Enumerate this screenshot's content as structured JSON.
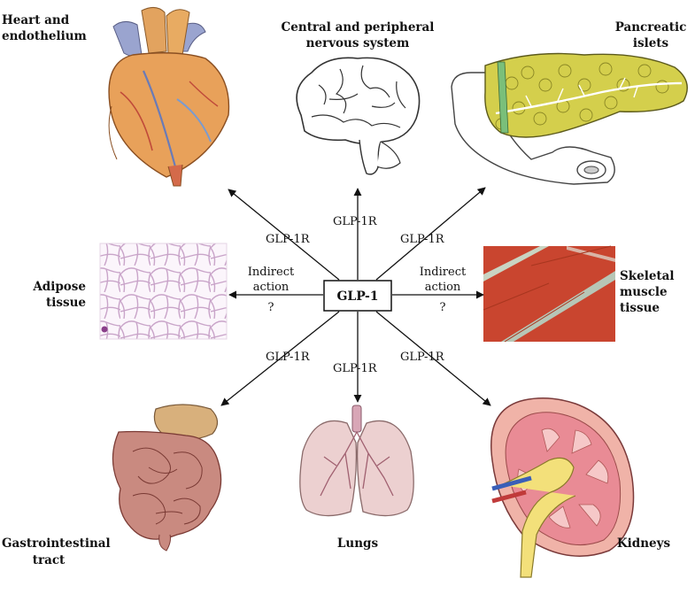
{
  "center": {
    "label": "GLP-1"
  },
  "organs": {
    "heart": {
      "label_lines": [
        "Heart and",
        "endothelium"
      ]
    },
    "cns": {
      "label_lines": [
        "Central and peripheral",
        "nervous system"
      ]
    },
    "pancreas": {
      "label_lines": [
        "Pancreatic",
        "islets"
      ]
    },
    "adipose": {
      "label_lines": [
        "Adipose",
        "tissue"
      ]
    },
    "muscle": {
      "label_lines": [
        "Skeletal",
        "muscle",
        "tissue"
      ]
    },
    "gi": {
      "label_lines": [
        "Gastrointestinal",
        "tract"
      ]
    },
    "lungs": {
      "label_lines": [
        "Lungs"
      ]
    },
    "kidneys": {
      "label_lines": [
        "Kidneys"
      ]
    }
  },
  "edges": {
    "heart": "GLP-1R",
    "cns": "GLP-1R",
    "pancreas": "GLP-1R",
    "gi": "GLP-1R",
    "lungs": "GLP-1R",
    "kidneys": "GLP-1R",
    "adipose": {
      "lines": [
        "Indirect",
        "action",
        "?"
      ]
    },
    "muscle": {
      "lines": [
        "Indirect",
        "action",
        "?"
      ]
    }
  },
  "colors": {
    "arrow": "#111111",
    "heart": "#e8a15a",
    "pancreas": "#d4cf4c",
    "muscle": "#c9452f",
    "intestine": "#c98a80",
    "lung": "#e8c6c6",
    "kidney": "#e98b95"
  }
}
